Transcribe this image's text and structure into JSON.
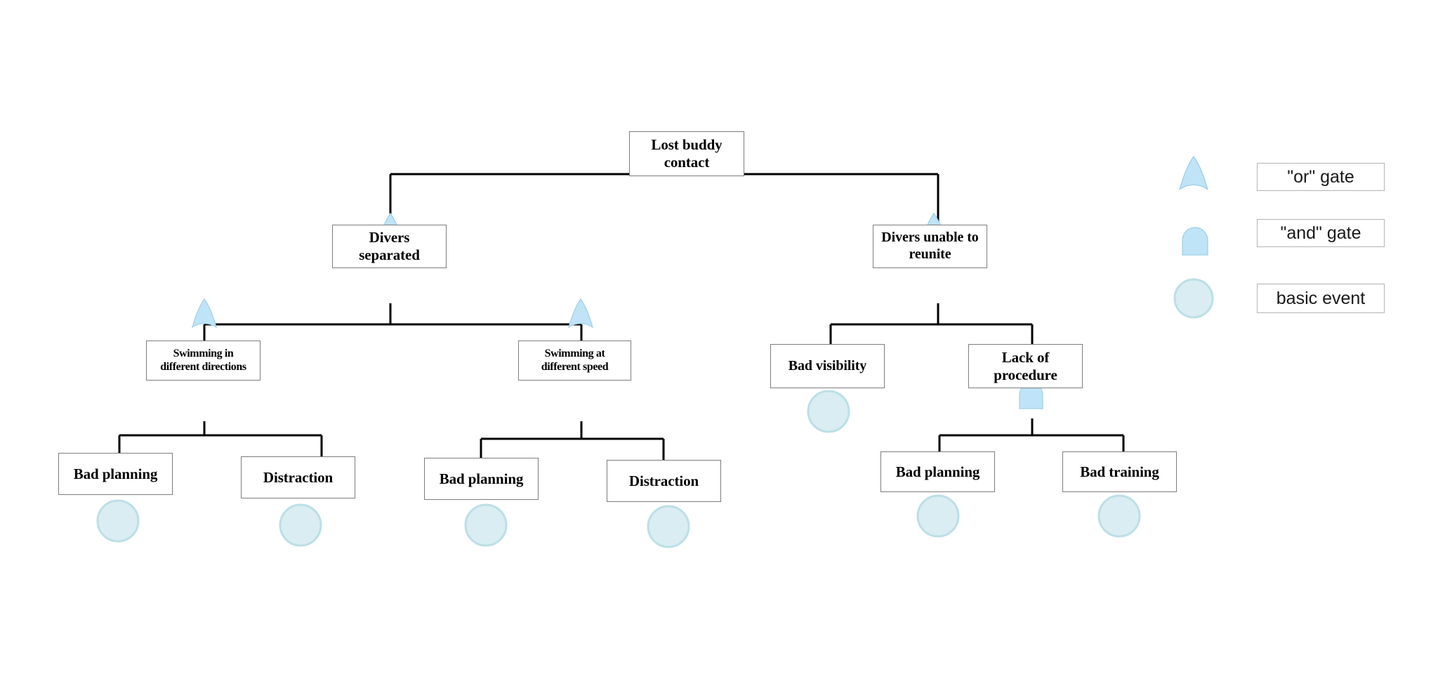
{
  "diagram": {
    "title": "Fault tree - Lost buddy contact",
    "colors": {
      "gate_fill": "#bfe3f7",
      "gate_stroke": "#9fcfe6",
      "event_fill": "#d9edf2",
      "event_stroke": "#bcdfe6",
      "box_border": "#7d7d7d",
      "legend_border": "#b4b4b4",
      "connector": "#000000",
      "background": "#ffffff"
    },
    "nodes": [
      {
        "id": "top",
        "label": "Lost buddy\ncontact",
        "gate": "and",
        "level": 0
      },
      {
        "id": "sep",
        "label": "Divers\nseparated",
        "gate": "or",
        "level": 1
      },
      {
        "id": "reunite",
        "label": "Divers unable to\nreunite",
        "gate": "or",
        "level": 1
      },
      {
        "id": "swim_dir",
        "label": "Swimming in\ndifferent directions",
        "gate": "or",
        "level": 2
      },
      {
        "id": "swim_speed",
        "label": "Swimming at\ndifferent speed",
        "gate": "or",
        "level": 2
      },
      {
        "id": "visibility",
        "label": "Bad visibility",
        "gate": "basic",
        "level": 2
      },
      {
        "id": "procedure",
        "label": "Lack of\nprocedure",
        "gate": "and",
        "level": 2
      },
      {
        "id": "plan1",
        "label": "Bad planning",
        "gate": "basic",
        "level": 3
      },
      {
        "id": "distr1",
        "label": "Distraction",
        "gate": "basic",
        "level": 3
      },
      {
        "id": "plan2",
        "label": "Bad planning",
        "gate": "basic",
        "level": 3
      },
      {
        "id": "distr2",
        "label": "Distraction",
        "gate": "basic",
        "level": 3
      },
      {
        "id": "plan3",
        "label": "Bad planning",
        "gate": "basic",
        "level": 3
      },
      {
        "id": "training",
        "label": "Bad training",
        "gate": "basic",
        "level": 3
      }
    ],
    "edges": [
      {
        "from": "top",
        "to": [
          "sep",
          "reunite"
        ]
      },
      {
        "from": "sep",
        "to": [
          "swim_dir",
          "swim_speed"
        ]
      },
      {
        "from": "reunite",
        "to": [
          "visibility",
          "procedure"
        ]
      },
      {
        "from": "swim_dir",
        "to": [
          "plan1",
          "distr1"
        ]
      },
      {
        "from": "swim_speed",
        "to": [
          "plan2",
          "distr2"
        ]
      },
      {
        "from": "procedure",
        "to": [
          "plan3",
          "training"
        ]
      }
    ]
  },
  "labels": {
    "top": "Lost buddy contact",
    "top_line1": "Lost buddy",
    "top_line2": "contact",
    "sep_line1": "Divers",
    "sep_line2": "separated",
    "reunite_line1": "Divers unable to",
    "reunite_line2": "reunite",
    "swim_dir_line1": "Swimming in",
    "swim_dir_line2": "different directions",
    "swim_speed_line1": "Swimming at",
    "swim_speed_line2": "different speed",
    "visibility": "Bad visibility",
    "procedure_line1": "Lack of",
    "procedure_line2": "procedure",
    "plan1": "Bad planning",
    "distr1": "Distraction",
    "plan2": "Bad planning",
    "distr2": "Distraction",
    "plan3": "Bad planning",
    "training": "Bad training"
  },
  "legend": {
    "items": [
      {
        "shape": "or-gate",
        "label": "\"or\" gate"
      },
      {
        "shape": "and-gate",
        "label": "\"and\" gate"
      },
      {
        "shape": "basic-event",
        "label": "basic event"
      }
    ]
  }
}
